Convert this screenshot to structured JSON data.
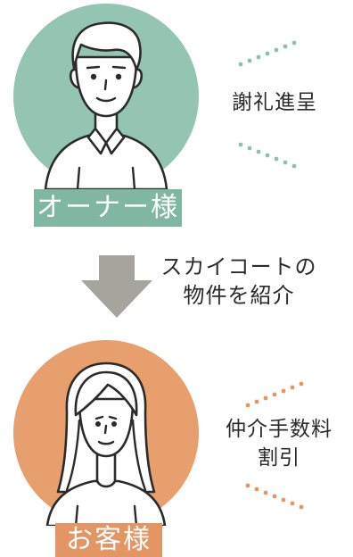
{
  "owner": {
    "label": "オーナー様",
    "benefit": "謝礼進呈",
    "circle_color": "#94c4b2",
    "label_color": "#7fb7a3"
  },
  "flow": {
    "caption_line1": "スカイコートの",
    "caption_line2": "物件を紹介",
    "arrow_color": "#a5a59d"
  },
  "customer": {
    "label": "お客様",
    "benefit_line1": "仲介手数料",
    "benefit_line2": "割引",
    "circle_color": "#e69f6d",
    "label_color": "#e39564"
  },
  "icons": {
    "owner_person": "man-icon",
    "customer_person": "woman-icon",
    "flow_arrow": "down-arrow-icon"
  }
}
